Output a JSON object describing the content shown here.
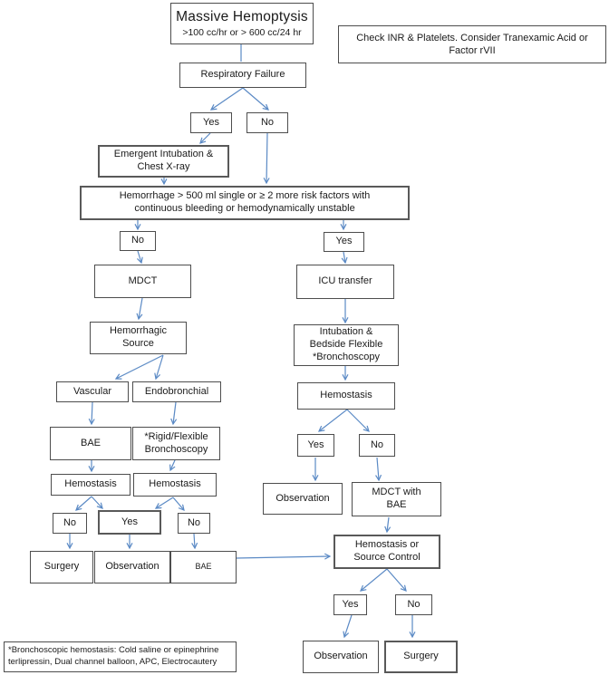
{
  "diagram": {
    "labels": {
      "yes": "Yes",
      "no": "No",
      "hemostasis": "Hemostasis",
      "observation": "Observation",
      "surgery": "Surgery",
      "bae": "BAE",
      "mdct": "MDCT"
    },
    "start": {
      "title": "Massive Hemoptysis",
      "subtitle": ">100 cc/hr or > 600 cc/24 hr"
    },
    "note_lines": [
      "Check INR & Platelets.  Consider Tranexamic Acid or",
      "Factor rVII"
    ],
    "nodes": {
      "respiratory_failure": "Respiratory Failure",
      "emergent_intubation": [
        "Emergent Intubation &",
        "Chest X-ray"
      ],
      "hemorrhage": [
        "Hemorrhage > 500 ml single or ≥ 2 more risk factors with",
        "continuous bleeding or hemodynamically unstable"
      ],
      "icu_transfer": "ICU transfer",
      "hemorrhagic_source": [
        "Hemorrhagic",
        "Source"
      ],
      "intubation_bedside": [
        "Intubation &",
        "Bedside Flexible",
        "*Bronchoscopy"
      ],
      "vascular": "Vascular",
      "endobronchial": "Endobronchial",
      "rigid_flexible": [
        "*Rigid/Flexible",
        "Bronchoscopy"
      ],
      "mdct_with_bae": [
        "MDCT with",
        "BAE"
      ],
      "hemostasis_source": [
        "Hemostasis or",
        "Source Control"
      ]
    },
    "footnote_lines": [
      "*Bronchoscopic hemostasis:  Cold saline or epinephrine",
      "terlipressin, Dual channel balloon, APC, Electrocautery"
    ],
    "colors": {
      "arrow": "#5b8ac5",
      "border": "#4d4d4d"
    }
  }
}
